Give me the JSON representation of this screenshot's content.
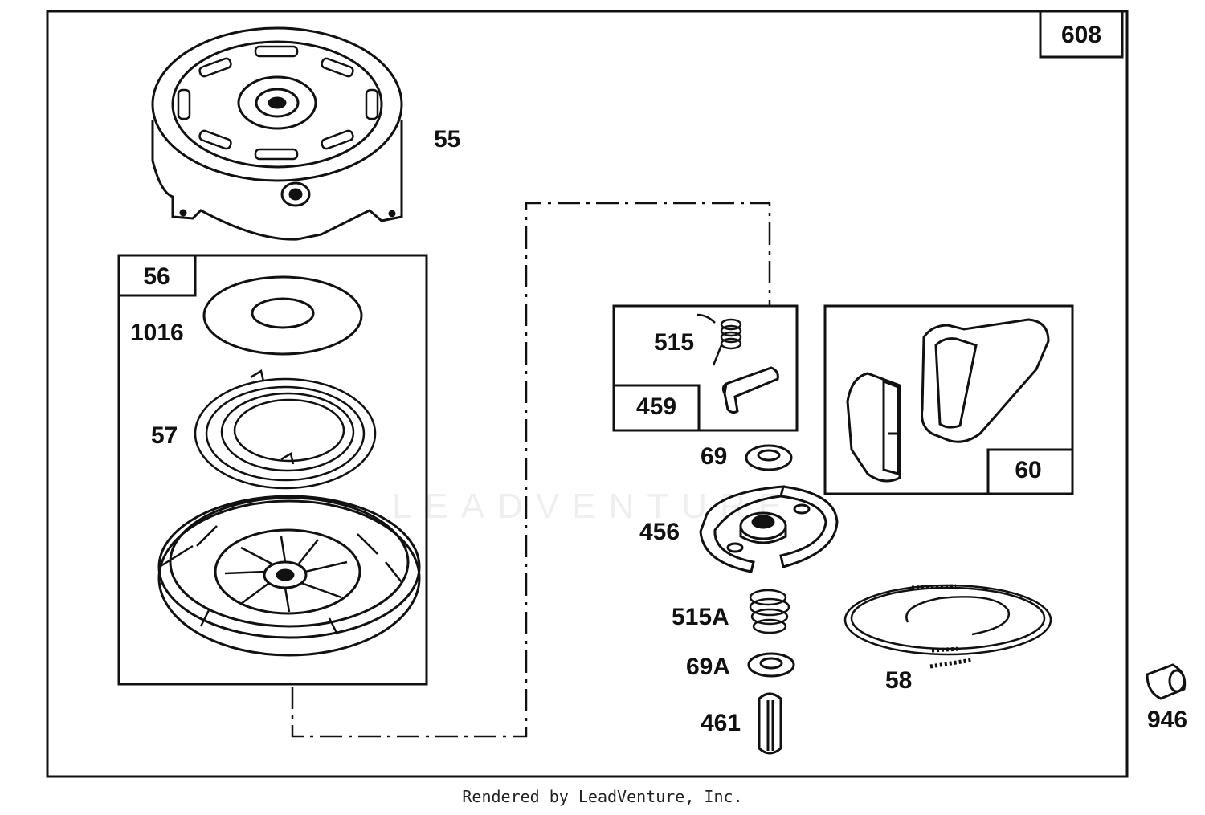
{
  "diagram": {
    "assembly_number": "608",
    "parts": {
      "p55": "55",
      "p56": "56",
      "p1016": "1016",
      "p57": "57",
      "p515": "515",
      "p459": "459",
      "p69": "69",
      "p60": "60",
      "p456": "456",
      "p515a": "515A",
      "p69a": "69A",
      "p461": "461",
      "p58": "58",
      "p946": "946"
    }
  },
  "watermark": "LEADVENTURE",
  "footer": "Rendered by LeadVenture, Inc."
}
